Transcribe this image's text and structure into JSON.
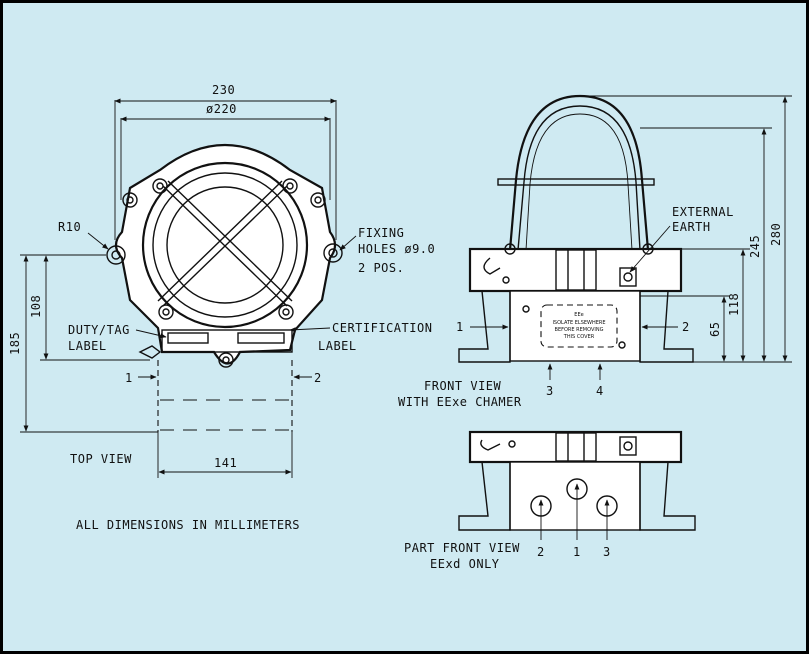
{
  "colors": {
    "background": "#cfeaf2",
    "line": "#111111"
  },
  "top_view": {
    "dim_overall_width": "230",
    "dim_diameter": "ø220",
    "dim_radius": "R10",
    "fixing_holes_line1": "FIXING",
    "fixing_holes_line2": "HOLES ø9.0",
    "fixing_holes_line3": "2 POS.",
    "duty_tag_line1": "DUTY/TAG",
    "duty_tag_line2": "LABEL",
    "certification_line1": "CERTIFICATION",
    "certification_line2": "LABEL",
    "dim_height_108": "108",
    "dim_height_185": "185",
    "dim_width_141": "141",
    "entry_1": "1",
    "entry_2": "2",
    "caption": "TOP VIEW"
  },
  "front_view": {
    "external_earth_line1": "EXTERNAL",
    "external_earth_line2": "EARTH",
    "dim_280": "280",
    "dim_245": "245",
    "dim_118": "118",
    "dim_65": "65",
    "entry_1": "1",
    "entry_2": "2",
    "entry_3": "3",
    "entry_4": "4",
    "warning_line1": "EEe",
    "warning_line2": "ISOLATE ELSEWHERE",
    "warning_line3": "BEFORE REMOVING",
    "warning_line4": "THIS COVER",
    "caption_line1": "FRONT VIEW",
    "caption_line2": "WITH EExe CHAMER"
  },
  "part_front_view": {
    "entry_2": "2",
    "entry_1": "1",
    "entry_3": "3",
    "caption_line1": "PART FRONT VIEW",
    "caption_line2": "EExd ONLY"
  },
  "footnote": "ALL DIMENSIONS IN MILLIMETERS"
}
